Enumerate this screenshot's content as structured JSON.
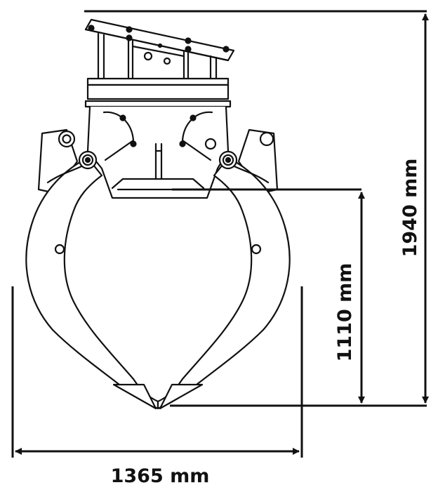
{
  "dimensions": {
    "total_height": "1940 mm",
    "grab_height": "1110 mm",
    "open_width": "1365 mm"
  },
  "colors": {
    "line": "#111111",
    "background": "#ffffff"
  }
}
